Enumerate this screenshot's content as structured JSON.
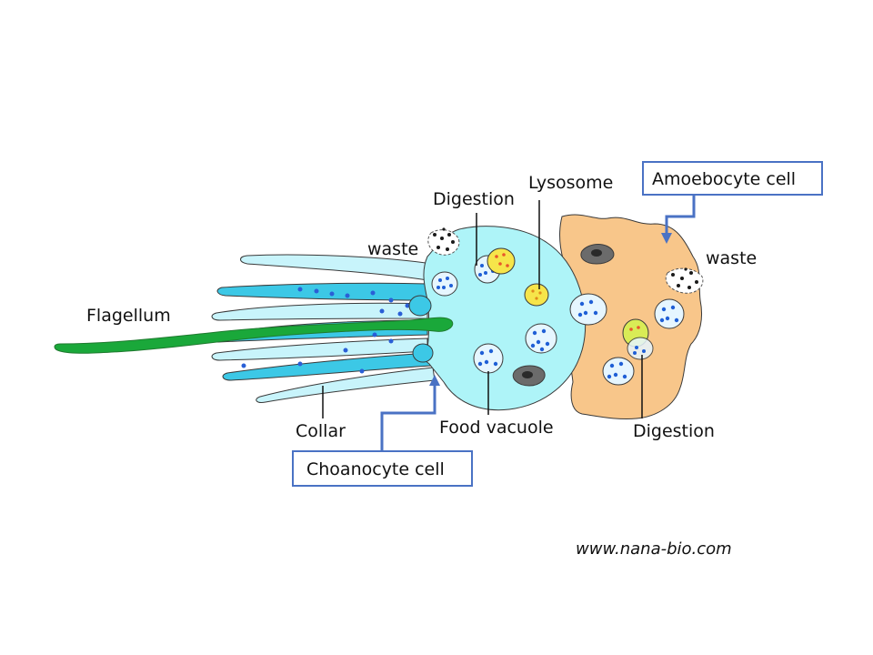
{
  "labels": {
    "flagellum": "Flagellum",
    "collar": "Collar",
    "waste_left": "waste",
    "digestion_top": "Digestion",
    "lysosome": "Lysosome",
    "food_vacuole": "Food vacuole",
    "amoebocyte_cell": "Amoebocyte cell",
    "waste_right": "waste",
    "digestion_bottom": "Digestion",
    "choanocyte_cell": "Choanocyte cell"
  },
  "credit": "www.nana-bio.com",
  "colors": {
    "choanocyte_body": "#aef4f8",
    "collar_dark": "#3cc8e6",
    "collar_light": "#c8f4fb",
    "flagellum": "#1aa83a",
    "amoebocyte_body": "#f8c68a",
    "vacuole_fill": "#e6f6ff",
    "vacuole_dots": "#1f5fd6",
    "lysosome": "#f6e54a",
    "nucleus": "#6b6b6b",
    "box_border": "#4a72c4",
    "arrow": "#4a72c4"
  }
}
